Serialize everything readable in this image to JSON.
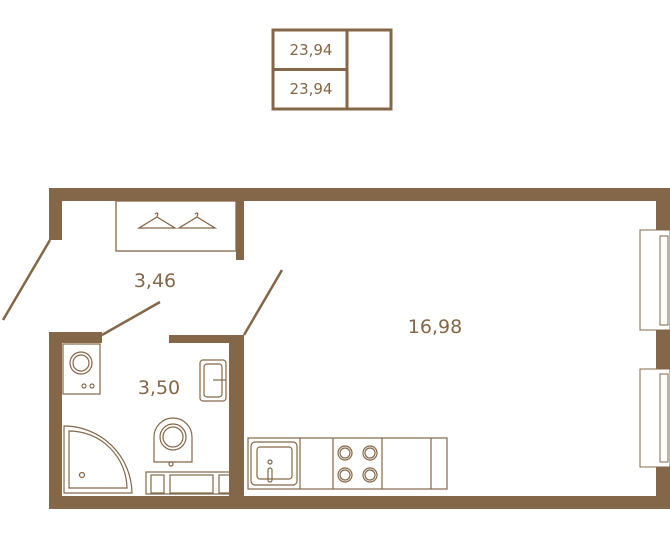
{
  "colors": {
    "wall": "#846748",
    "background": "#ffffff"
  },
  "summary": {
    "total_area": "23,94",
    "living_area": "23,94"
  },
  "rooms": [
    {
      "name": "hallway",
      "area": "3,46"
    },
    {
      "name": "bathroom",
      "area": "3,50"
    },
    {
      "name": "studio",
      "area": "16,98"
    }
  ]
}
